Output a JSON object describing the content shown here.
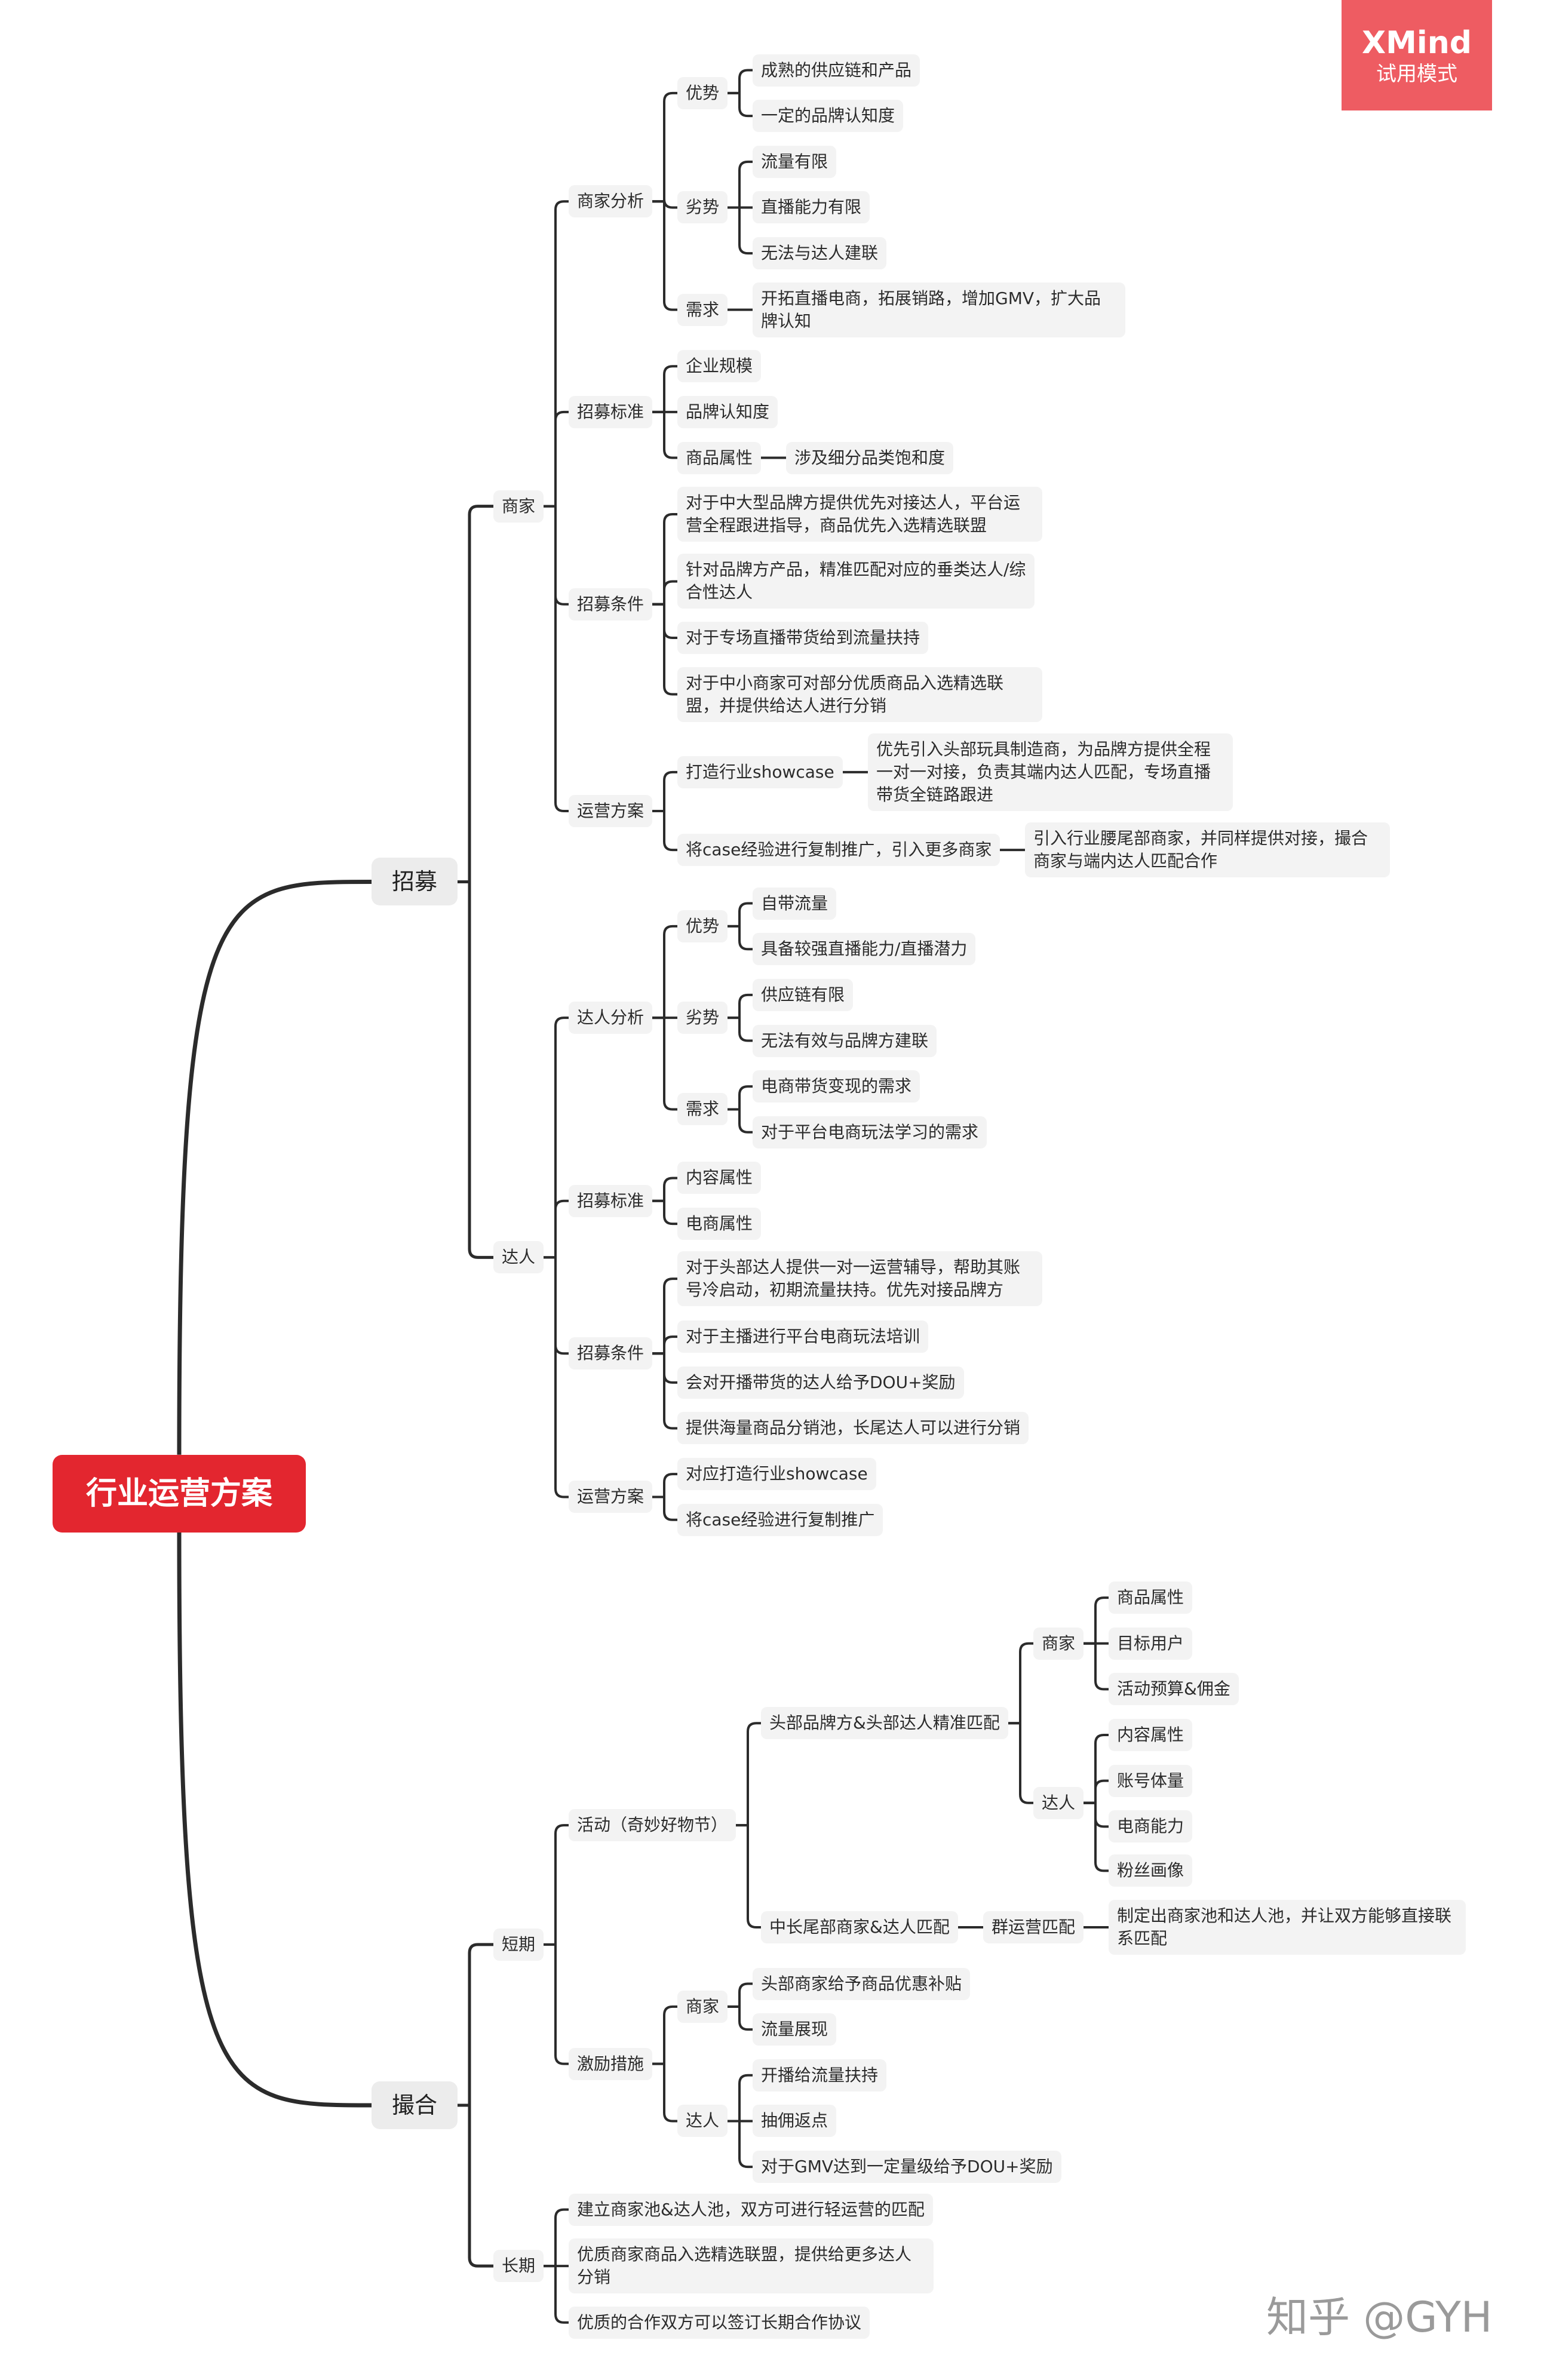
{
  "badge": {
    "title": "XMind",
    "subtitle": "试用模式"
  },
  "watermark": "知乎 @GYH",
  "tree": {
    "label": "行业运营方案",
    "children": [
      {
        "label": "招募",
        "children": [
          {
            "label": "商家",
            "children": [
              {
                "label": "商家分析",
                "children": [
                  {
                    "label": "优势",
                    "children": [
                      {
                        "label": "成熟的供应链和产品"
                      },
                      {
                        "label": "一定的品牌认知度"
                      }
                    ]
                  },
                  {
                    "label": "劣势",
                    "children": [
                      {
                        "label": "流量有限"
                      },
                      {
                        "label": "直播能力有限"
                      },
                      {
                        "label": "无法与达人建联"
                      }
                    ]
                  },
                  {
                    "label": "需求",
                    "children": [
                      {
                        "label": "开拓直播电商，拓展销路，增加GMV，扩大品牌认知"
                      }
                    ]
                  }
                ]
              },
              {
                "label": "招募标准",
                "children": [
                  {
                    "label": "企业规模"
                  },
                  {
                    "label": "品牌认知度"
                  },
                  {
                    "label": "商品属性",
                    "children": [
                      {
                        "label": "涉及细分品类饱和度"
                      }
                    ]
                  }
                ]
              },
              {
                "label": "招募条件",
                "children": [
                  {
                    "label": "对于中大型品牌方提供优先对接达人，平台运营全程跟进指导，商品优先入选精选联盟"
                  },
                  {
                    "label": "针对品牌方产品，精准匹配对应的垂类达人/综合性达人"
                  },
                  {
                    "label": "对于专场直播带货给到流量扶持"
                  },
                  {
                    "label": "对于中小商家可对部分优质商品入选精选联盟，并提供给达人进行分销"
                  }
                ]
              },
              {
                "label": "运营方案",
                "children": [
                  {
                    "label": "打造行业showcase",
                    "children": [
                      {
                        "label": "优先引入头部玩具制造商，为品牌方提供全程一对一对接，负责其端内达人匹配，专场直播带货全链路跟进"
                      }
                    ]
                  },
                  {
                    "label": "将case经验进行复制推广，引入更多商家",
                    "children": [
                      {
                        "label": "引入行业腰尾部商家，并同样提供对接，撮合商家与端内达人匹配合作"
                      }
                    ]
                  }
                ]
              }
            ]
          },
          {
            "label": "达人",
            "children": [
              {
                "label": "达人分析",
                "children": [
                  {
                    "label": "优势",
                    "children": [
                      {
                        "label": "自带流量"
                      },
                      {
                        "label": "具备较强直播能力/直播潜力"
                      }
                    ]
                  },
                  {
                    "label": "劣势",
                    "children": [
                      {
                        "label": "供应链有限"
                      },
                      {
                        "label": "无法有效与品牌方建联"
                      }
                    ]
                  },
                  {
                    "label": "需求",
                    "children": [
                      {
                        "label": "电商带货变现的需求"
                      },
                      {
                        "label": "对于平台电商玩法学习的需求"
                      }
                    ]
                  }
                ]
              },
              {
                "label": "招募标准",
                "children": [
                  {
                    "label": "内容属性"
                  },
                  {
                    "label": "电商属性"
                  }
                ]
              },
              {
                "label": "招募条件",
                "children": [
                  {
                    "label": "对于头部达人提供一对一运营辅导，帮助其账号冷启动，初期流量扶持。优先对接品牌方"
                  },
                  {
                    "label": "对于主播进行平台电商玩法培训"
                  },
                  {
                    "label": "会对开播带货的达人给予DOU+奖励"
                  },
                  {
                    "label": "提供海量商品分销池，长尾达人可以进行分销"
                  }
                ]
              },
              {
                "label": "运营方案",
                "children": [
                  {
                    "label": "对应打造行业showcase"
                  },
                  {
                    "label": "将case经验进行复制推广"
                  }
                ]
              }
            ]
          }
        ]
      },
      {
        "label": "撮合",
        "children": [
          {
            "label": "短期",
            "children": [
              {
                "label": "活动（奇妙好物节）",
                "children": [
                  {
                    "label": "头部品牌方&头部达人精准匹配",
                    "children": [
                      {
                        "label": "商家",
                        "children": [
                          {
                            "label": "商品属性"
                          },
                          {
                            "label": "目标用户"
                          },
                          {
                            "label": "活动预算&佣金"
                          }
                        ]
                      },
                      {
                        "label": "达人",
                        "children": [
                          {
                            "label": "内容属性"
                          },
                          {
                            "label": "账号体量"
                          },
                          {
                            "label": "电商能力"
                          },
                          {
                            "label": "粉丝画像"
                          }
                        ]
                      }
                    ]
                  },
                  {
                    "label": "中长尾部商家&达人匹配",
                    "children": [
                      {
                        "label": "群运营匹配",
                        "children": [
                          {
                            "label": "制定出商家池和达人池，并让双方能够直接联系匹配"
                          }
                        ]
                      }
                    ]
                  }
                ]
              },
              {
                "label": "激励措施",
                "children": [
                  {
                    "label": "商家",
                    "children": [
                      {
                        "label": "头部商家给予商品优惠补贴"
                      },
                      {
                        "label": "流量展现"
                      }
                    ]
                  },
                  {
                    "label": "达人",
                    "children": [
                      {
                        "label": "开播给流量扶持"
                      },
                      {
                        "label": "抽佣返点"
                      },
                      {
                        "label": "对于GMV达到一定量级给予DOU+奖励"
                      }
                    ]
                  }
                ]
              }
            ]
          },
          {
            "label": "长期",
            "children": [
              {
                "label": "建立商家池&达人池，双方可进行轻运营的匹配"
              },
              {
                "label": "优质商家商品入选精选联盟，提供给更多达人分销"
              },
              {
                "label": "优质的合作双方可以签订长期合作协议"
              }
            ]
          }
        ]
      }
    ]
  }
}
